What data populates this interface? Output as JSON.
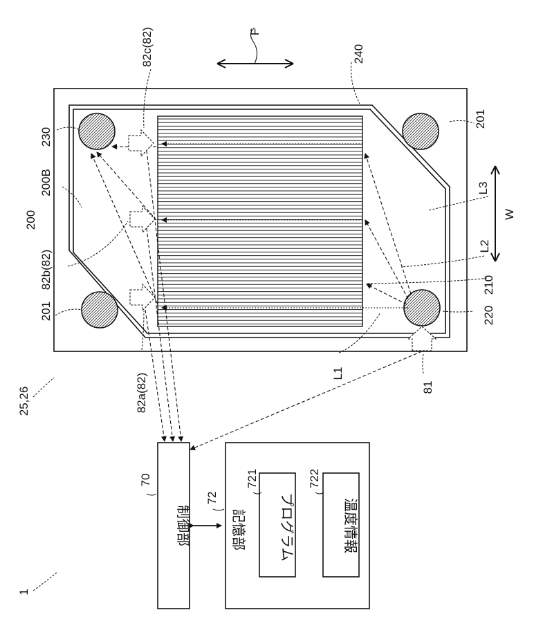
{
  "labels": {
    "direction_f": "F",
    "ref_240": "240",
    "ref_82c": "82c(82)",
    "ref_230": "230",
    "ref_201_right": "201",
    "ref_200B": "200B",
    "ref_200": "200",
    "ref_L3": "L3",
    "ref_W": "W",
    "ref_82b": "82b(82)",
    "ref_L2": "L2",
    "ref_201_left": "201",
    "ref_210": "210",
    "ref_220": "220",
    "ref_L1": "L1",
    "ref_82a": "82a(82)",
    "ref_25_26": "25,26",
    "ref_81": "81",
    "ref_70": "70",
    "ref_72": "72",
    "ref_721": "721",
    "ref_722": "722",
    "ref_1": "1"
  },
  "blocks": {
    "controller": "制御部",
    "storage": "記憶部",
    "program": "プログラム",
    "temperature_info": "温度情報"
  }
}
